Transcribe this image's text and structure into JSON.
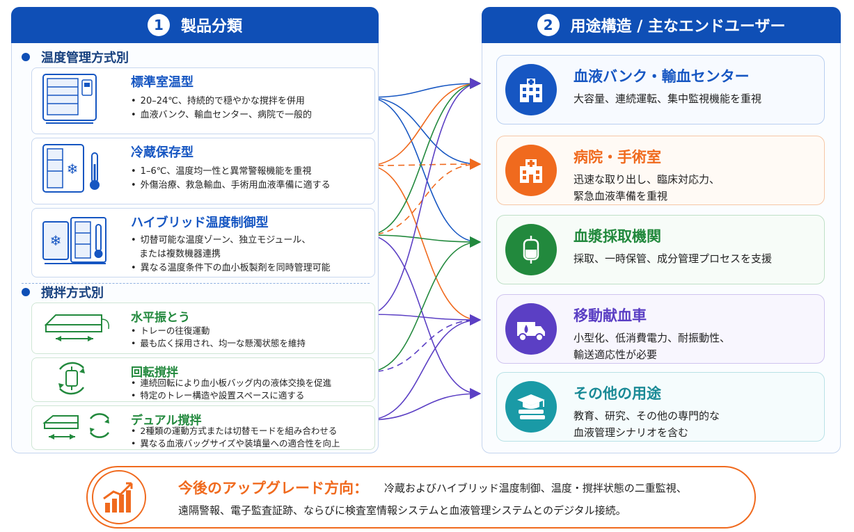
{
  "left": {
    "num": "1",
    "title": "製品分類",
    "section_temp": "温度管理方式別",
    "section_agit": "撹拌方式別",
    "cards": [
      {
        "title": "標準室温型",
        "bullets": [
          "20–24℃、持続的で穏やかな撹拌を併用",
          "血液バンク、輸血センター、病院で一般的"
        ]
      },
      {
        "title": "冷蔵保存型",
        "bullets": [
          "1–6℃、温度均一性と異常警報機能を重視",
          "外傷治療、救急輸血、手術用血液準備に適する"
        ]
      },
      {
        "title": "ハイブリッド温度制御型",
        "bullets": [
          "切替可能な温度ゾーン、独立モジュール、",
          "または複数機器連携",
          "異なる温度条件下の血小板製剤を同時管理可能"
        ]
      },
      {
        "title": "水平振とう",
        "bullets": [
          "トレーの往復運動",
          "最も広く採用され、均一な懸濁状態を維持"
        ]
      },
      {
        "title": "回転撹拌",
        "bullets": [
          "連続回転により血小板バッグ内の液体交換を促進",
          "特定のトレー構造や設置スペースに適する"
        ]
      },
      {
        "title": "デュアル撹拌",
        "bullets": [
          "2種類の運動方式または切替モードを組み合わせる",
          "異なる血液バッグサイズや装填量への適合性を向上"
        ]
      }
    ]
  },
  "right": {
    "num": "2",
    "title": "用途構造 / 主なエンドユーザー",
    "cards": [
      {
        "title": "血液バンク・輸血センター",
        "desc1": "大容量、連続運転、集中監視機能を重視",
        "desc2": ""
      },
      {
        "title": "病院・手術室",
        "desc1": "迅速な取り出し、臨床対応力、",
        "desc2": "緊急血液準備を重視"
      },
      {
        "title": "血漿採取機関",
        "desc1": "採取、一時保管、成分管理プロセスを支援",
        "desc2": ""
      },
      {
        "title": "移動献血車",
        "desc1": "小型化、低消費電力、耐振動性、",
        "desc2": "輸送適応性が必要"
      },
      {
        "title": "その他の用途",
        "desc1": "教育、研究、その他の専門的な",
        "desc2": "血液管理シナリオを含む"
      }
    ]
  },
  "bottom": {
    "title": "今後のアップグレード方向：",
    "desc1": "冷蔵およびハイブリッド温度制御、温度・撹拌状態の二重監視、",
    "desc2": "遠隔警報、電子監査証跡、ならびに検査室情報システムと血液管理システムとのデジタル接続。"
  },
  "colors": {
    "header_blue": "#0f4fb6",
    "blue": "#1656c2",
    "orange": "#f06a1e",
    "green": "#22893d",
    "purple": "#5b3fc4",
    "teal": "#1a9aa6"
  },
  "icons": {
    "card1": "room-temp-cabinet-icon",
    "card2": "refrigerated-cabinet-icon",
    "card3": "hybrid-cabinet-icon",
    "card4": "horizontal-shaker-icon",
    "card5": "rotary-bag-icon",
    "card6": "dual-agitation-icon",
    "r1": "hospital-building-icon",
    "r2": "hospital-icon",
    "r3": "iv-bag-icon",
    "r4": "ambulance-icon",
    "r5": "education-icon",
    "bottom": "growth-chart-icon"
  }
}
